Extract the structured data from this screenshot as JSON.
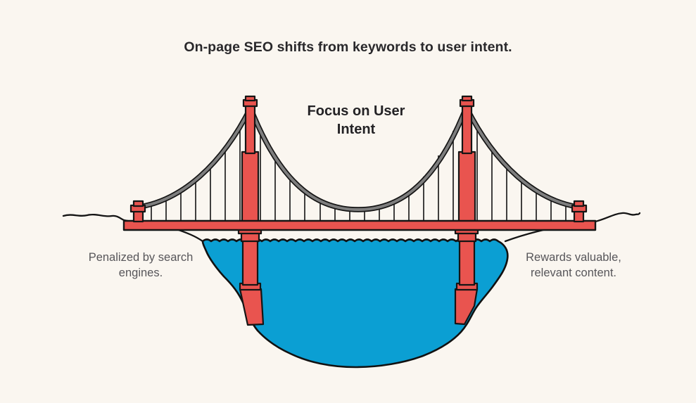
{
  "title": {
    "text": "On-page SEO shifts from keywords to user intent."
  },
  "labels": {
    "center": {
      "line1": "Focus on User",
      "line2": "Intent"
    },
    "left": {
      "line1": "Penalized by search",
      "line2": "engines."
    },
    "right": {
      "line1": "Rewards valuable,",
      "line2": "relevant content."
    }
  },
  "illustration": {
    "description": "suspension bridge with two red towers over a blue water basin, hand-drawn style",
    "colors": {
      "background": "#faf6f0",
      "bridge_red": "#e9544f",
      "water_blue": "#0b9fd3",
      "cable_gray": "#7e7e7e",
      "outline": "#151515",
      "title_text": "#29282b",
      "caption_text": "#57565a"
    }
  }
}
